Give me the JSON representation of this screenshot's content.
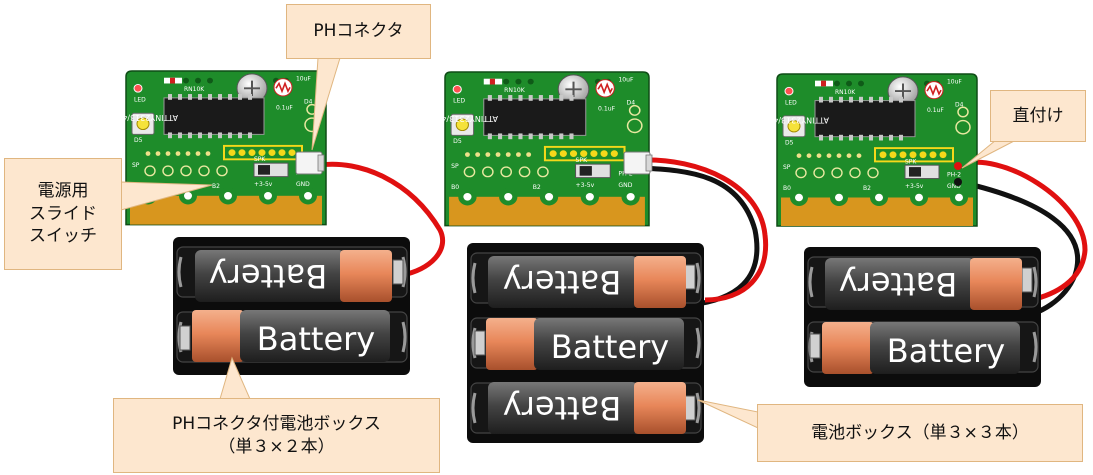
{
  "callouts": {
    "ph_connector": "PHコネクタ",
    "switch_line1": "電源用",
    "switch_line2": "スライド",
    "switch_line3": "スイッチ",
    "box_2_line1": "PHコネクタ付電池ボックス",
    "box_2_line2": "（単３×２本）",
    "direct": "直付け",
    "box_3": "電池ボックス（単３×３本）"
  },
  "battery_label": "Battery",
  "chip_label": "ATTINY2313/4313",
  "board_labels": {
    "ph": "PH-2",
    "gnd": "GND",
    "power": "+3-5v",
    "spk": "SPK",
    "b0": "B0",
    "b2": "B2",
    "d4": "D4",
    "d5": "D5",
    "cap": "10uF",
    "cap2": "0.1uF",
    "res": "RN10K",
    "led": "LED",
    "sp": "SP"
  },
  "colors": {
    "pcb": "#1e8c2a",
    "gold": "#d8961e",
    "wire_red": "#e01010",
    "wire_black": "#111111",
    "callout_fill": "#fde7cf",
    "callout_border": "#e0b680",
    "cell_orange": "#e8875a"
  }
}
